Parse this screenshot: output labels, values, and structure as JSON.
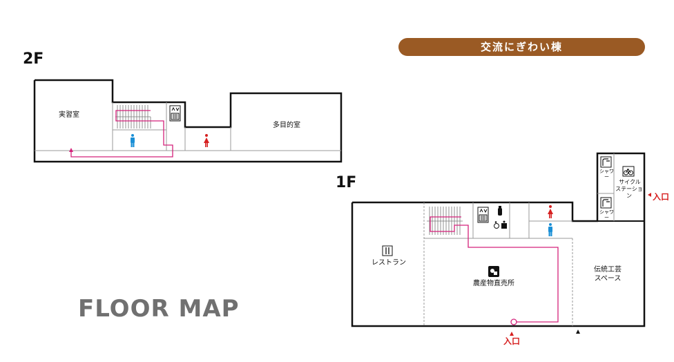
{
  "floors": {
    "second": {
      "label": "2F",
      "rooms": {
        "training_room": "実習室",
        "multipurpose_room": "多目的室"
      }
    },
    "first": {
      "label": "1F",
      "rooms": {
        "restaurant": "レストラン",
        "farm_shop": "農産物直売所",
        "craft_space_line1": "伝統工芸",
        "craft_space_line2": "スペース",
        "shower_upper": "シャワー",
        "shower_lower": "シャワー",
        "cycle_station_line1": "サイクル",
        "cycle_station_line2": "ステーション"
      },
      "entrances": {
        "south": "入口",
        "east": "入口"
      }
    }
  },
  "banner": {
    "label": "交流にぎわい棟"
  },
  "map_title": "FLOOR MAP",
  "colors": {
    "banner": "#9a5a24",
    "route": "#d4207a",
    "male_icon": "#1a8fd6",
    "female_icon": "#d62020",
    "entrance_text": "#d61f1f",
    "title": "#707070"
  },
  "icons": [
    "elevator-icon",
    "male-restroom-icon",
    "female-restroom-icon",
    "accessible-restroom-icon",
    "baby-care-icon",
    "restaurant-icon",
    "shop-icon",
    "shower-icon",
    "bicycle-icon"
  ]
}
